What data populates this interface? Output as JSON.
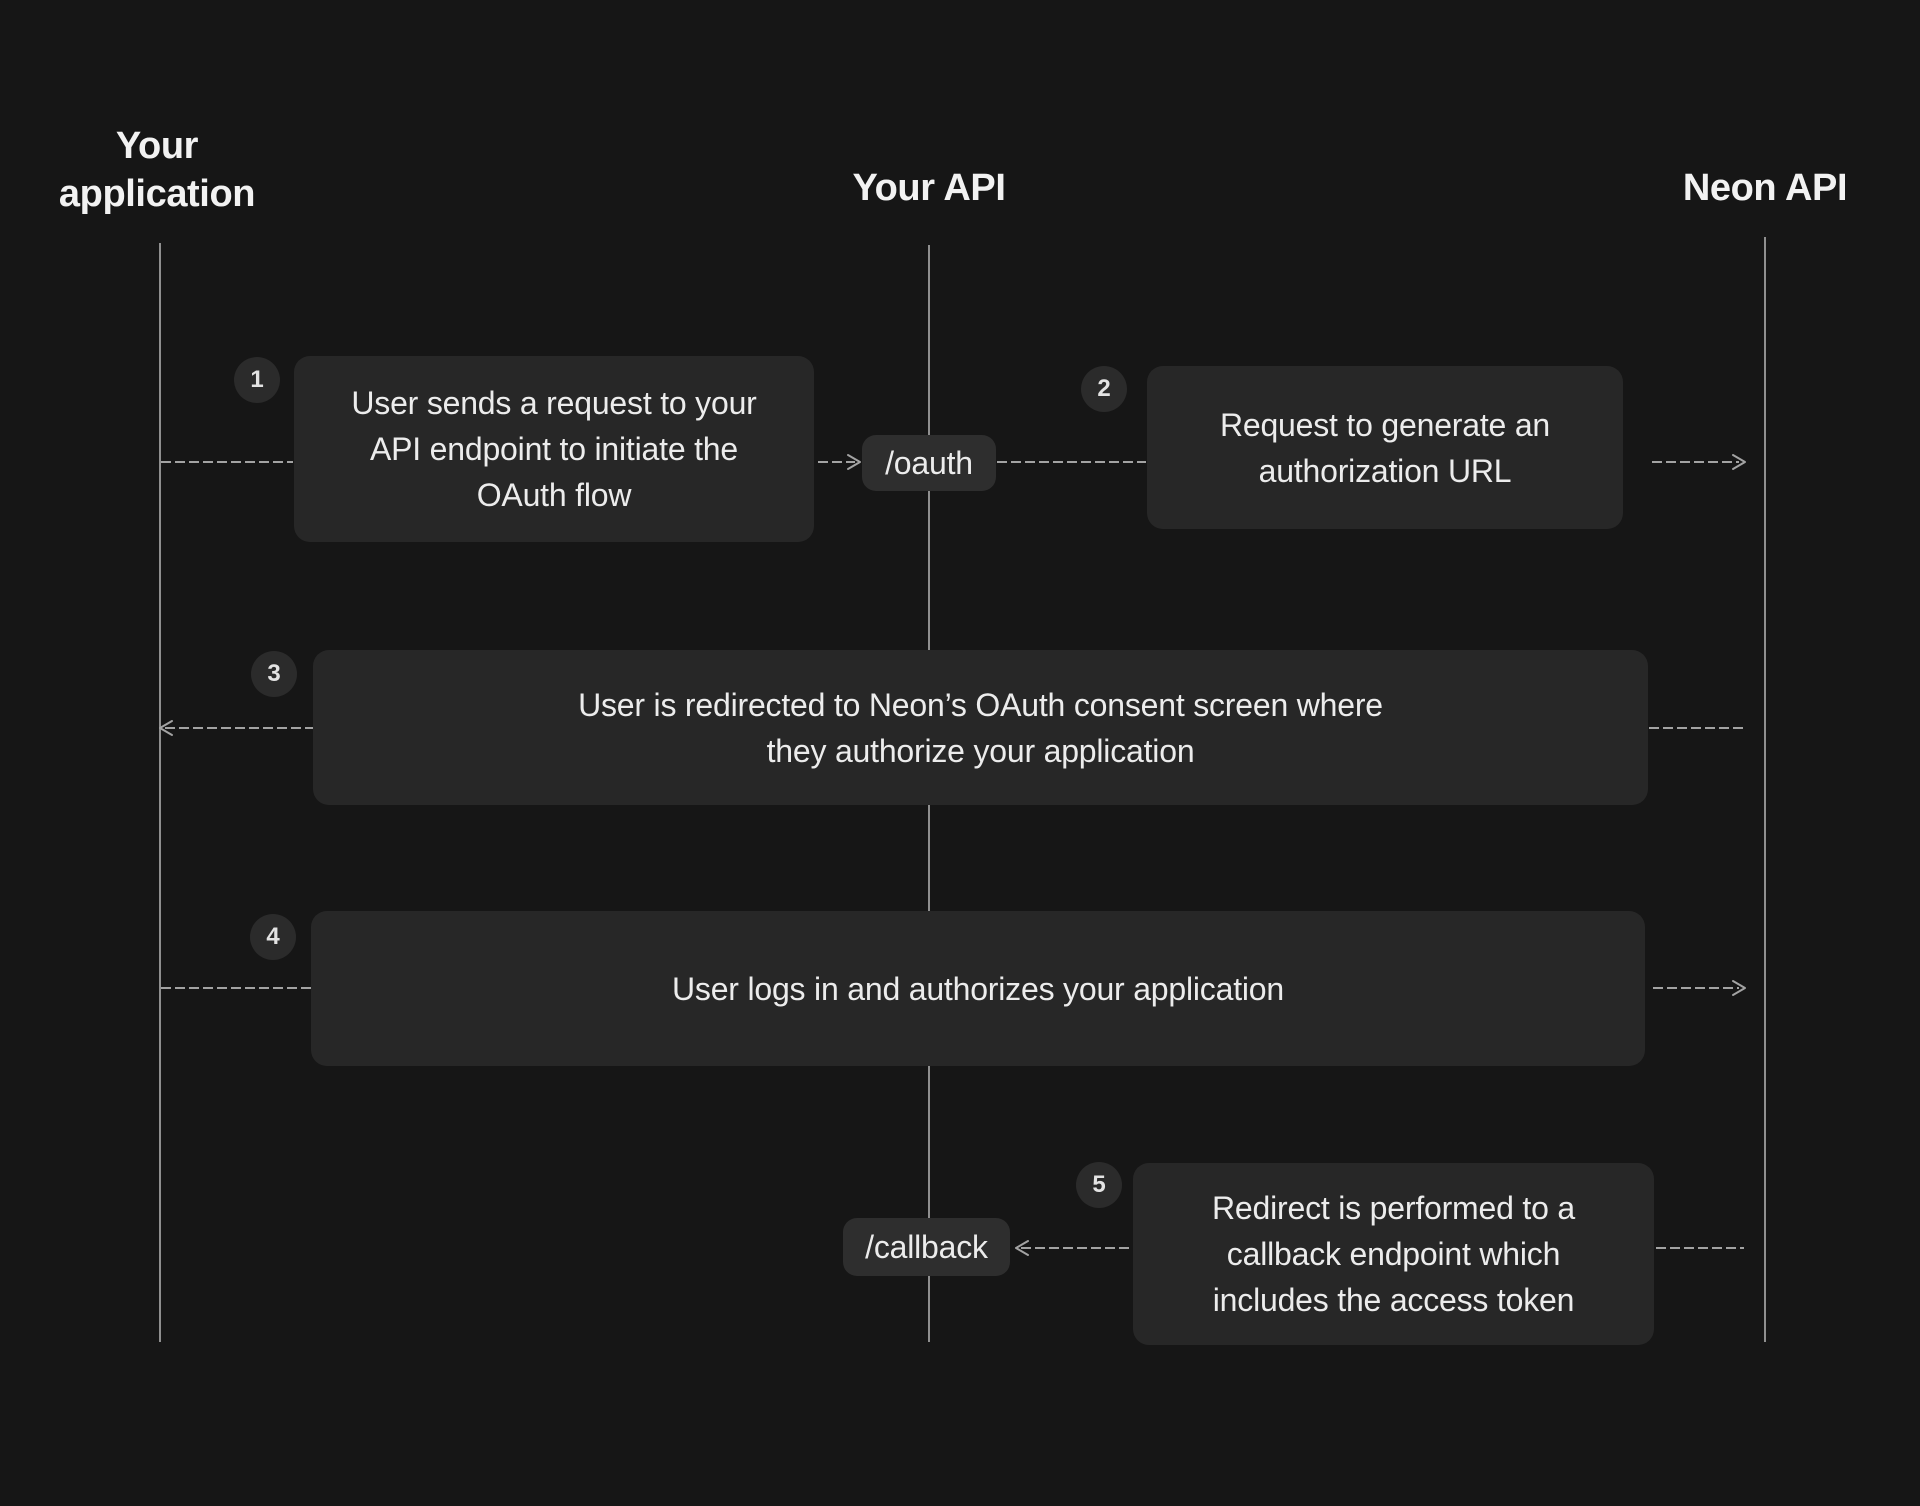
{
  "diagram": {
    "kind": "sequence-diagram",
    "lanes": [
      {
        "id": "your-application",
        "label": "Your application"
      },
      {
        "id": "your-api",
        "label": "Your API"
      },
      {
        "id": "neon-api",
        "label": "Neon API"
      }
    ],
    "endpoints": [
      {
        "id": "oauth",
        "label": "/oauth",
        "lane": "Your API"
      },
      {
        "id": "callback",
        "label": "/callback",
        "lane": "Your API"
      }
    ],
    "steps": [
      {
        "number": "1",
        "text": "User sends a request to your API endpoint to initiate the OAuth flow",
        "from": "Your application",
        "to": "Your API (/oauth)"
      },
      {
        "number": "2",
        "text": "Request to generate an authorization URL",
        "from": "Your API",
        "to": "Neon API"
      },
      {
        "number": "3",
        "text": "User is redirected to Neon’s OAuth consent screen where they authorize your application",
        "from": "Neon API",
        "to": "Your application"
      },
      {
        "number": "4",
        "text": "User logs in and authorizes your application",
        "from": "Your application",
        "to": "Neon API"
      },
      {
        "number": "5",
        "text": "Redirect is performed to a callback endpoint which includes the access token",
        "from": "Neon API",
        "to": "Your API (/callback)"
      }
    ],
    "colors": {
      "background": "#161616",
      "box": "#272727",
      "pill": "#2e2e2e",
      "badge": "#2b2b2b",
      "text": "#ececec",
      "heading": "#f2f2f2",
      "line": "#a3a3a3",
      "lifeline": "#8f8f8f"
    }
  }
}
